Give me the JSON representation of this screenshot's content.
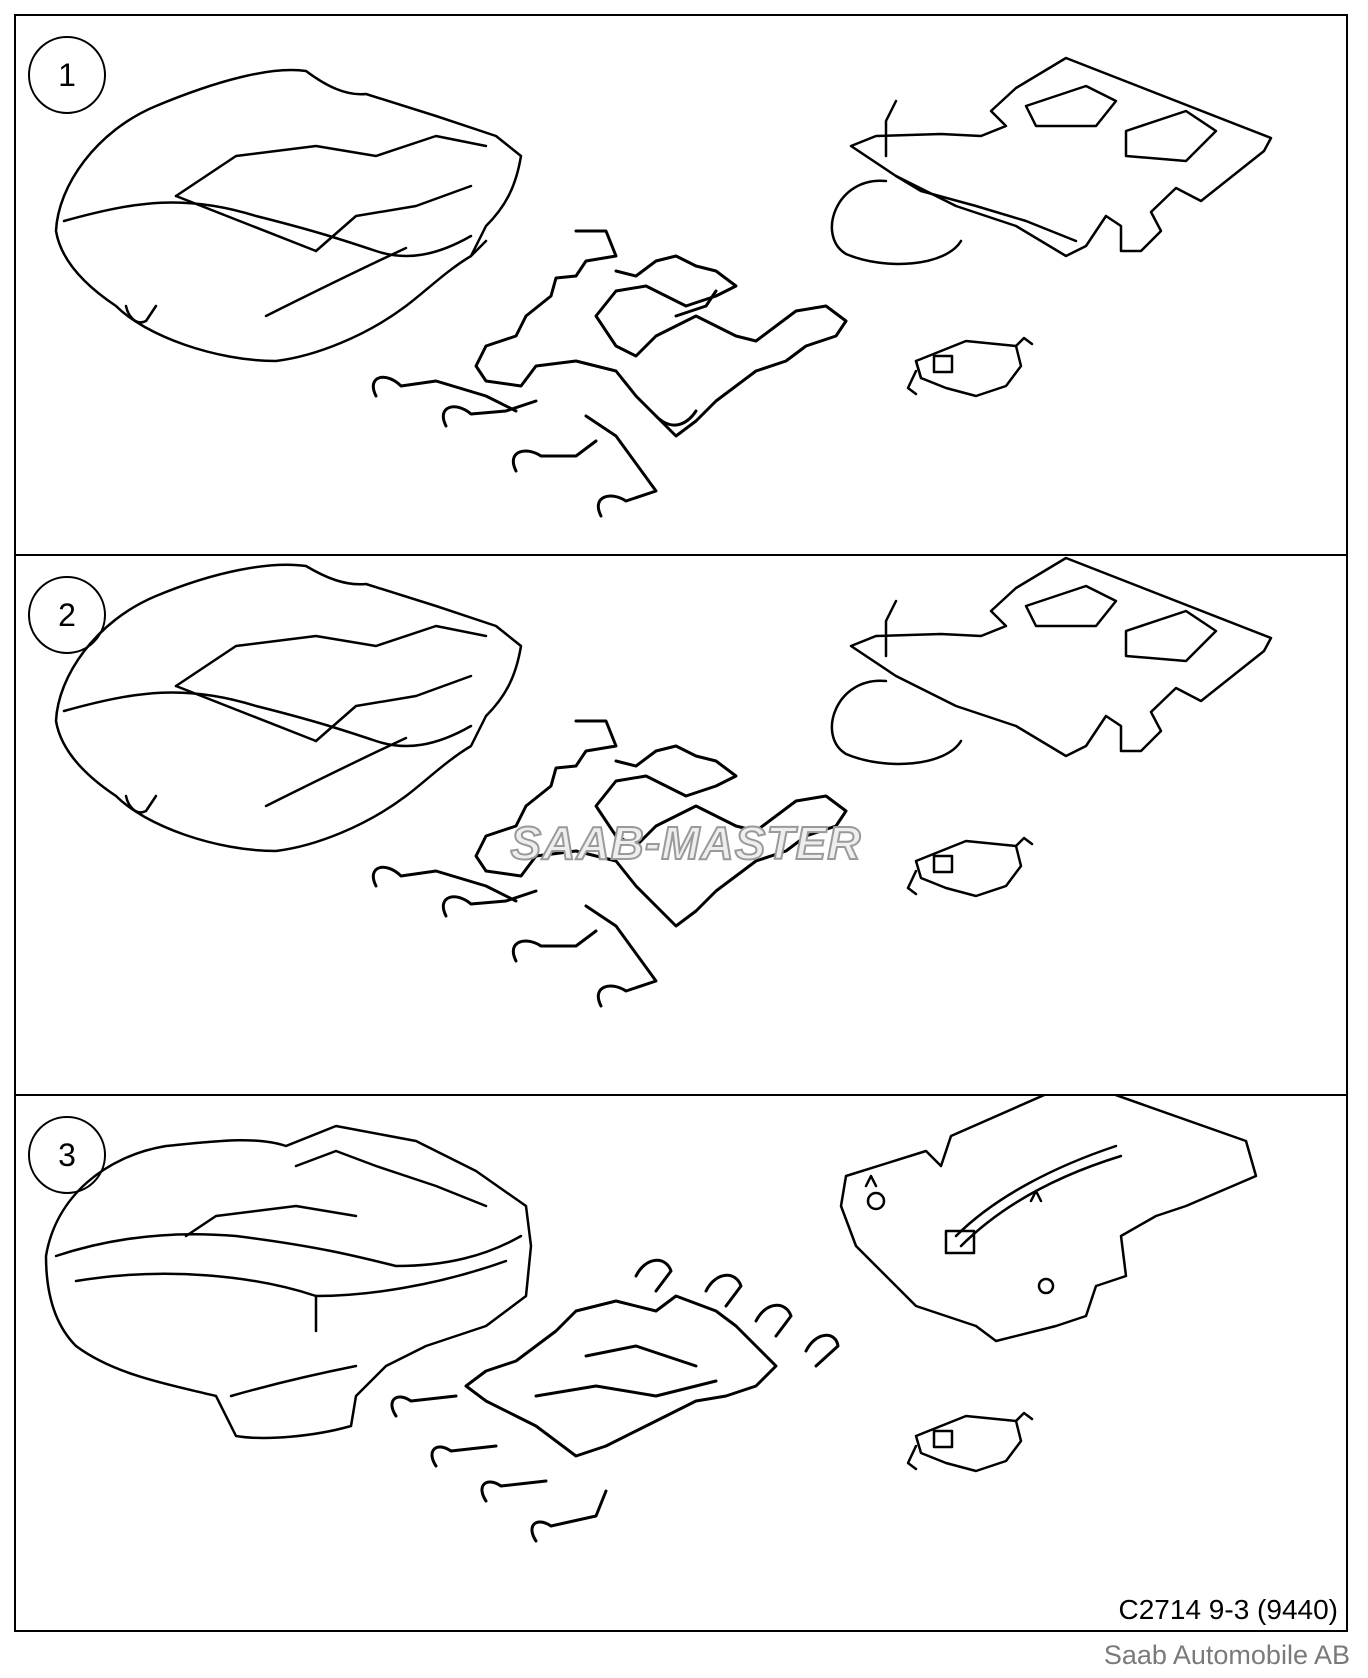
{
  "panels": [
    {
      "number": "1"
    },
    {
      "number": "2",
      "watermark": "SAAB-MASTER"
    },
    {
      "number": "3"
    }
  ],
  "figure_code": "C2714 9-3 (9440)",
  "copyright": "Saab Automobile AB"
}
